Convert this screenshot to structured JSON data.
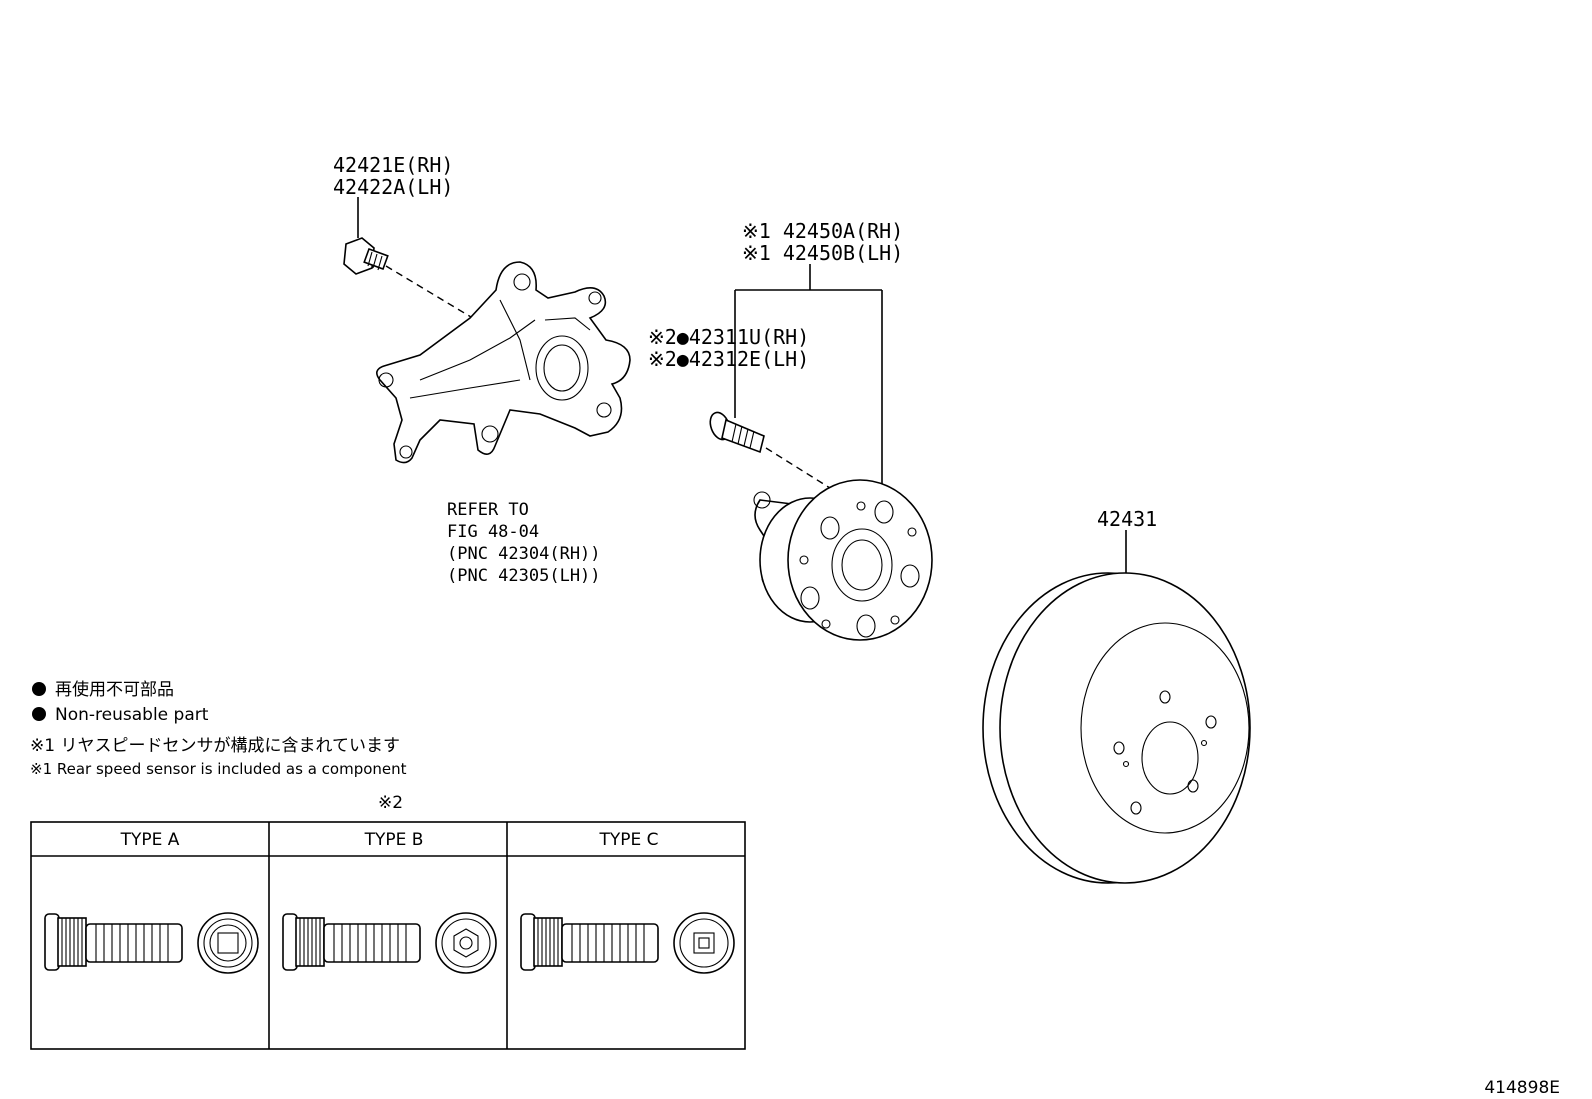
{
  "labels": {
    "bolt_rh": "42421E(RH)",
    "bolt_lh": "42422A(LH)",
    "hub_rh": "※1 42450A(RH)",
    "hub_lh": "※1 42450B(LH)",
    "stud_rh": "※2●42311U(RH)",
    "stud_lh": "※2●42312E(LH)",
    "disc": "42431",
    "refer_1": "REFER TO",
    "refer_2": "FIG 48-04",
    "refer_3": "(PNC 42304(RH))",
    "refer_4": "(PNC 42305(LH))"
  },
  "legend": {
    "non_reusable_jp": "再使用不可部品",
    "non_reusable_en": "Non-reusable part",
    "note1_jp": "※1 リヤスピードセンサが構成に含まれています",
    "note1_en": "※1 Rear speed sensor is included as a component",
    "note2_mark": "※2"
  },
  "types": {
    "type_a": "TYPE A",
    "type_b": "TYPE B",
    "type_c": "TYPE C"
  },
  "figure_id": "414898E"
}
